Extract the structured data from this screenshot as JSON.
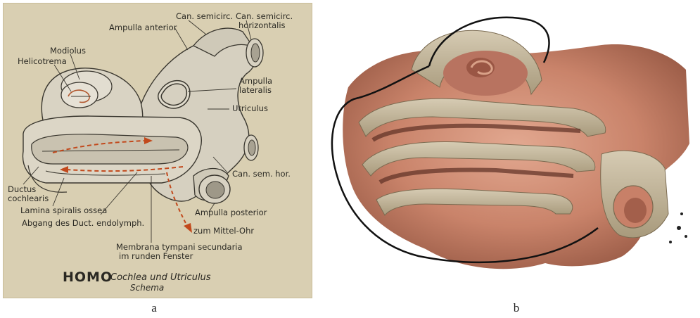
{
  "panel_a": {
    "labels": {
      "can_semicirc": "Can. semicirc.",
      "can_semicirc_horizontalis_1": "Can. semicirc.",
      "can_semicirc_horizontalis_2": "horizontalis",
      "ampulla_anterior": "Ampulla anterior",
      "modiolus": "Modiolus",
      "helicotrema": "Helicotrema",
      "ampulla_lateralis_1": "Ampulla",
      "ampulla_lateralis_2": "lateralis",
      "utriculus": "Utriculus",
      "can_sem_hor": "Can. sem. hor.",
      "ductus_cochlearis_1": "Ductus",
      "ductus_cochlearis_2": "cochlearis",
      "lamina_spiralis_ossea": "Lamina spiralis ossea",
      "ampulla_posterior": "Ampulla posterior",
      "abgang": "Abgang des Duct. endolymph.",
      "zum_mittel_ohr": "zum Mittel-Ohr",
      "membrana_1": "Membrana tympani secundaria",
      "membrana_2": "im runden Fenster"
    },
    "title_main": "HOMO",
    "title_sub_1": "Cochlea und Utriculus",
    "title_sub_2": "Schema",
    "caption": "a"
  },
  "panel_b": {
    "caption": "b"
  },
  "colors": {
    "paper": "#d9cfb2",
    "bone": "#c8c2b0",
    "arrow_red": "#c2491c",
    "tissue": "#c8836b"
  }
}
